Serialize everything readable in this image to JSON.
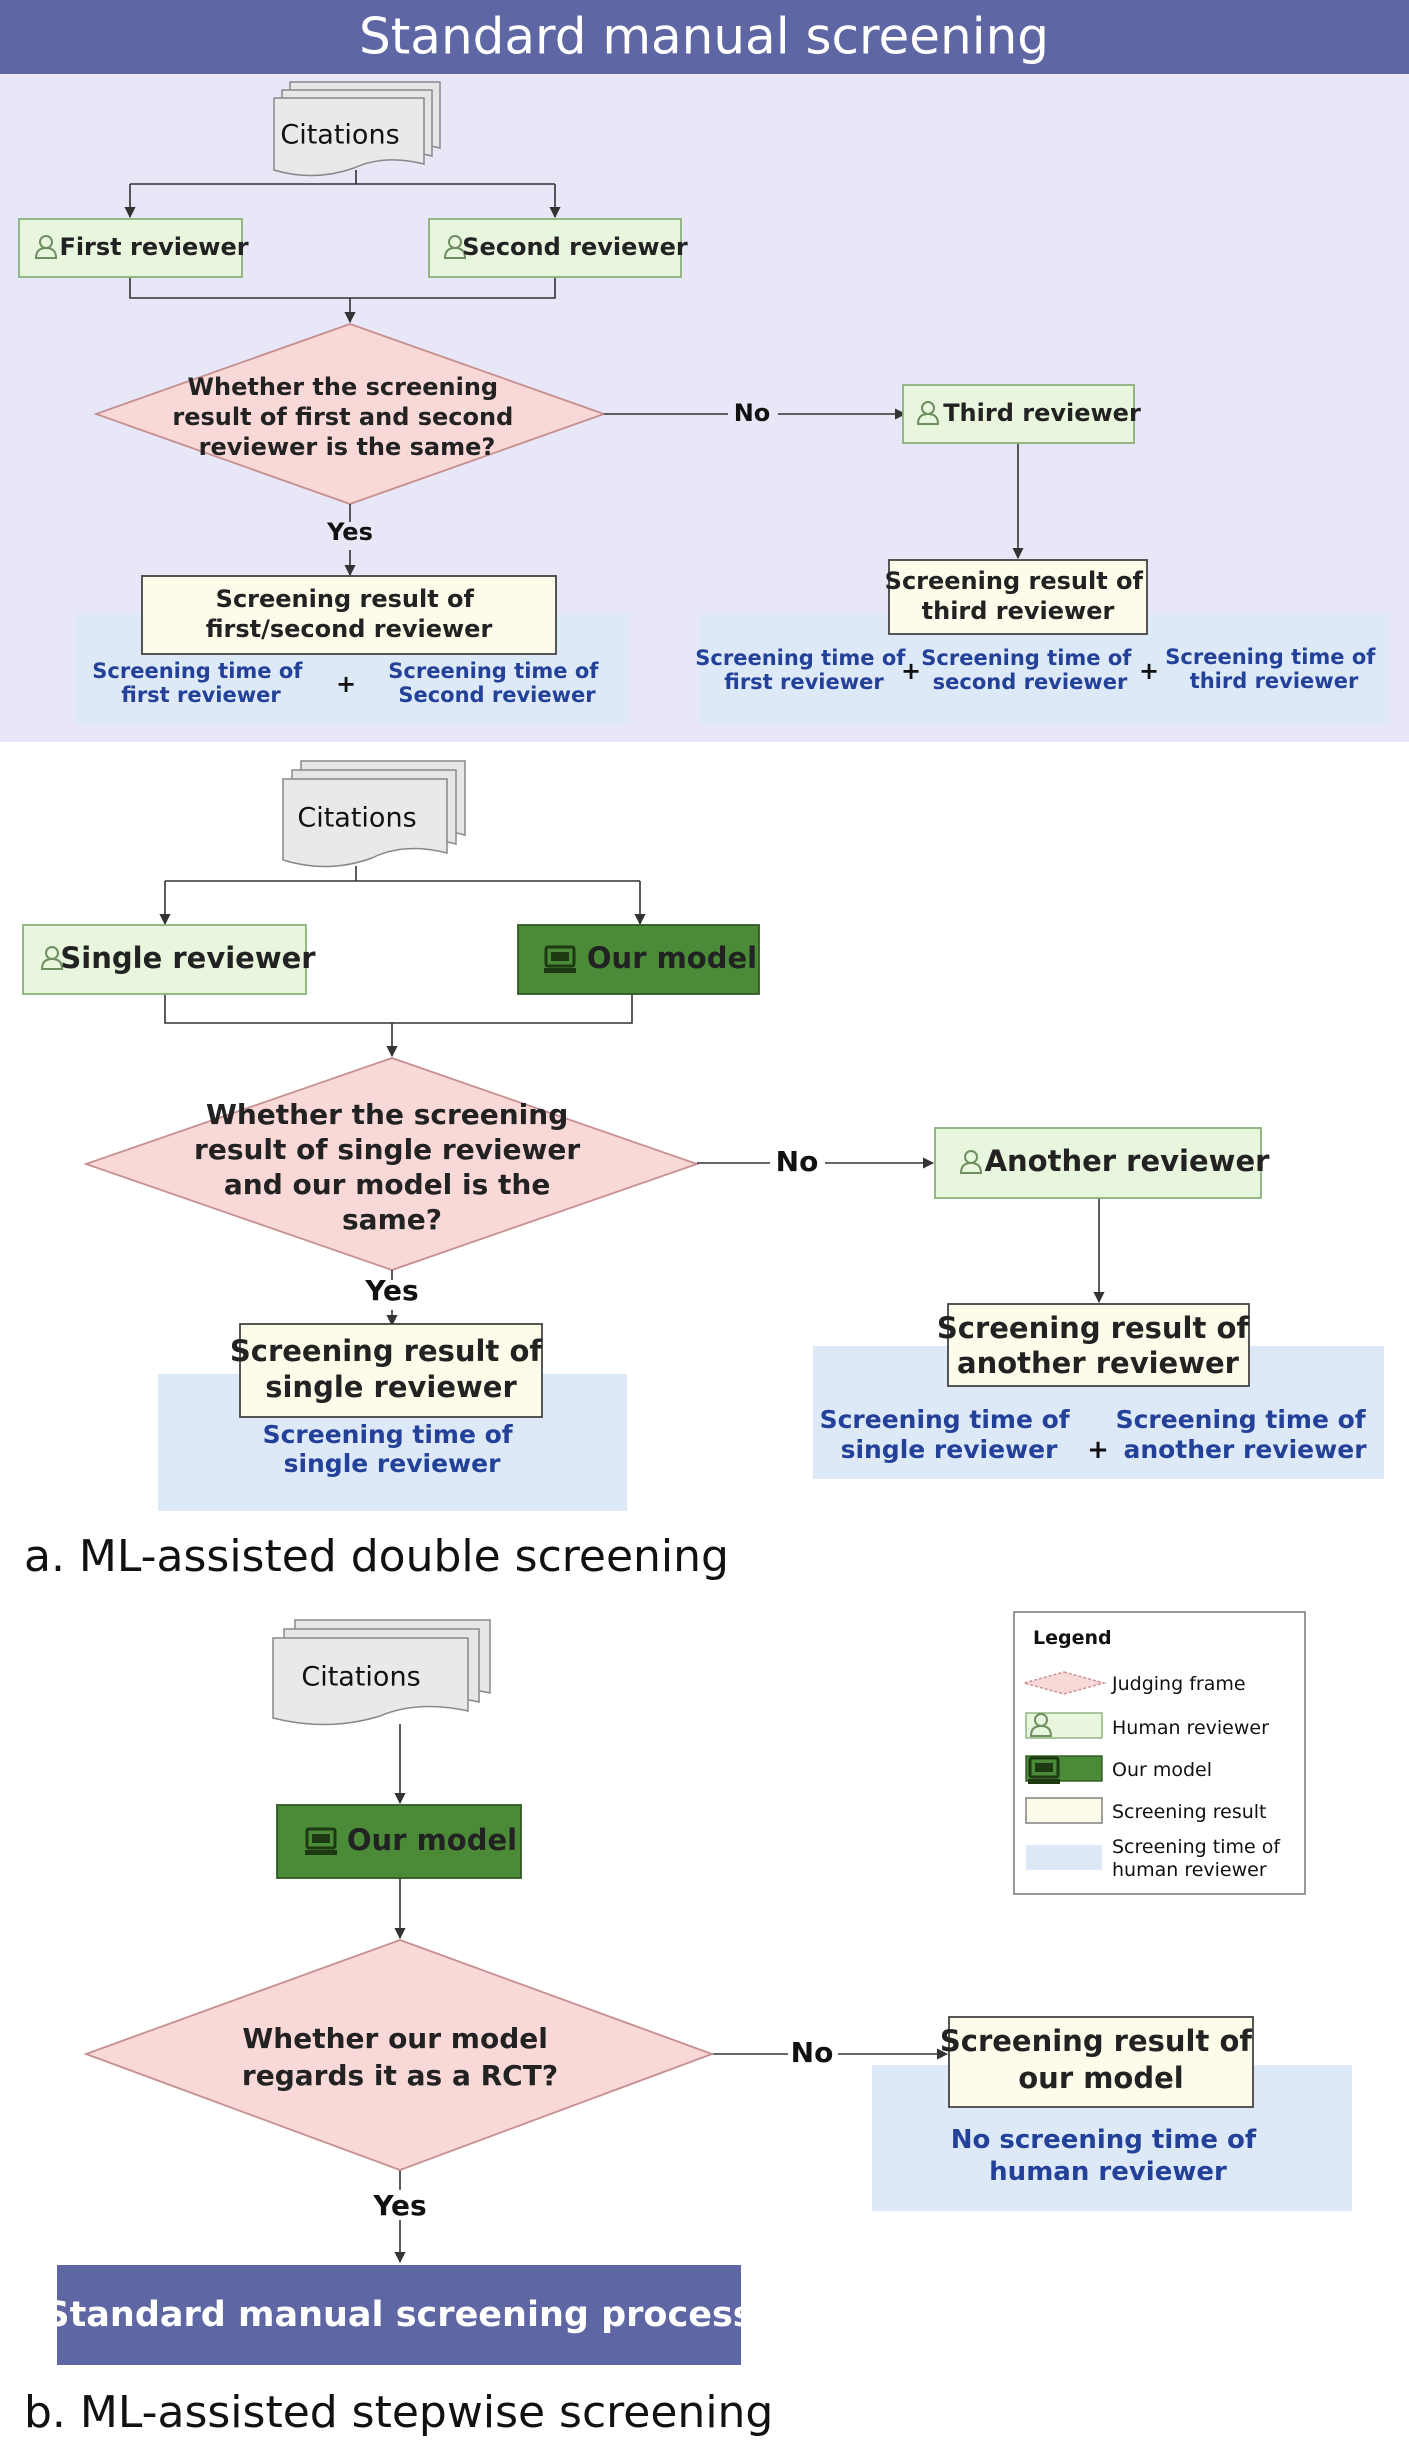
{
  "standard": {
    "header_title": "Standard manual screening",
    "citations": "Citations",
    "first_reviewer": "First reviewer",
    "second_reviewer": "Second reviewer",
    "judge": [
      "Whether the screening",
      "result of first and second",
      "reviewer is the same?"
    ],
    "no": "No",
    "yes": "Yes",
    "third_reviewer": "Third reviewer",
    "result_yes": [
      "Screening result of",
      "first/second reviewer"
    ],
    "result_no": [
      "Screening result of",
      "third reviewer"
    ],
    "time_yes": [
      [
        "Screening time of",
        "first reviewer"
      ],
      [
        "Screening time of",
        "Second reviewer"
      ]
    ],
    "time_no": [
      [
        "Screening time of",
        "first reviewer"
      ],
      [
        "Screening time of",
        "second reviewer"
      ],
      [
        "Screening time of",
        "third reviewer"
      ]
    ],
    "plus": "+"
  },
  "double": {
    "citations": "Citations",
    "single_reviewer": "Single reviewer",
    "our_model": "Our model",
    "judge": [
      "Whether the screening",
      "result of single reviewer",
      "and our model is the",
      "same?"
    ],
    "no": "No",
    "yes": "Yes",
    "another_reviewer": "Another reviewer",
    "result_yes": [
      "Screening result of",
      "single reviewer"
    ],
    "result_no": [
      "Screening result of",
      "another reviewer"
    ],
    "time_yes": [
      "Screening time of",
      "single reviewer"
    ],
    "time_no": [
      [
        "Screening time of",
        "single reviewer"
      ],
      [
        "Screening time of",
        "another reviewer"
      ]
    ],
    "plus": "+",
    "caption": "a. ML-assisted double screening"
  },
  "stepwise": {
    "citations": "Citations",
    "our_model": "Our model",
    "judge": [
      "Whether our model",
      "regards it as a RCT?"
    ],
    "no": "No",
    "yes": "Yes",
    "result_no": [
      "Screening result of",
      "our model"
    ],
    "time_no": [
      "No screening time of",
      "human reviewer"
    ],
    "process": "Standard manual screening process",
    "caption": "b. ML-assisted stepwise screening"
  },
  "legend": {
    "title": "Legend",
    "items": [
      "Judging frame",
      "Human reviewer",
      "Our model",
      "Screening result",
      "Screening time of",
      "human reviewer"
    ]
  },
  "colors": {
    "header": "#5e66a3",
    "panel_bg": "#e7e7f7",
    "reviewer_box": "#e9f6de",
    "reviewer_border": "#8bb07a",
    "model_box": "#4b8a37",
    "judge": "#f9d8d8",
    "result_box": "#fdfbe9",
    "time_bg": "#dde9f6",
    "time_text": "#24419a"
  }
}
